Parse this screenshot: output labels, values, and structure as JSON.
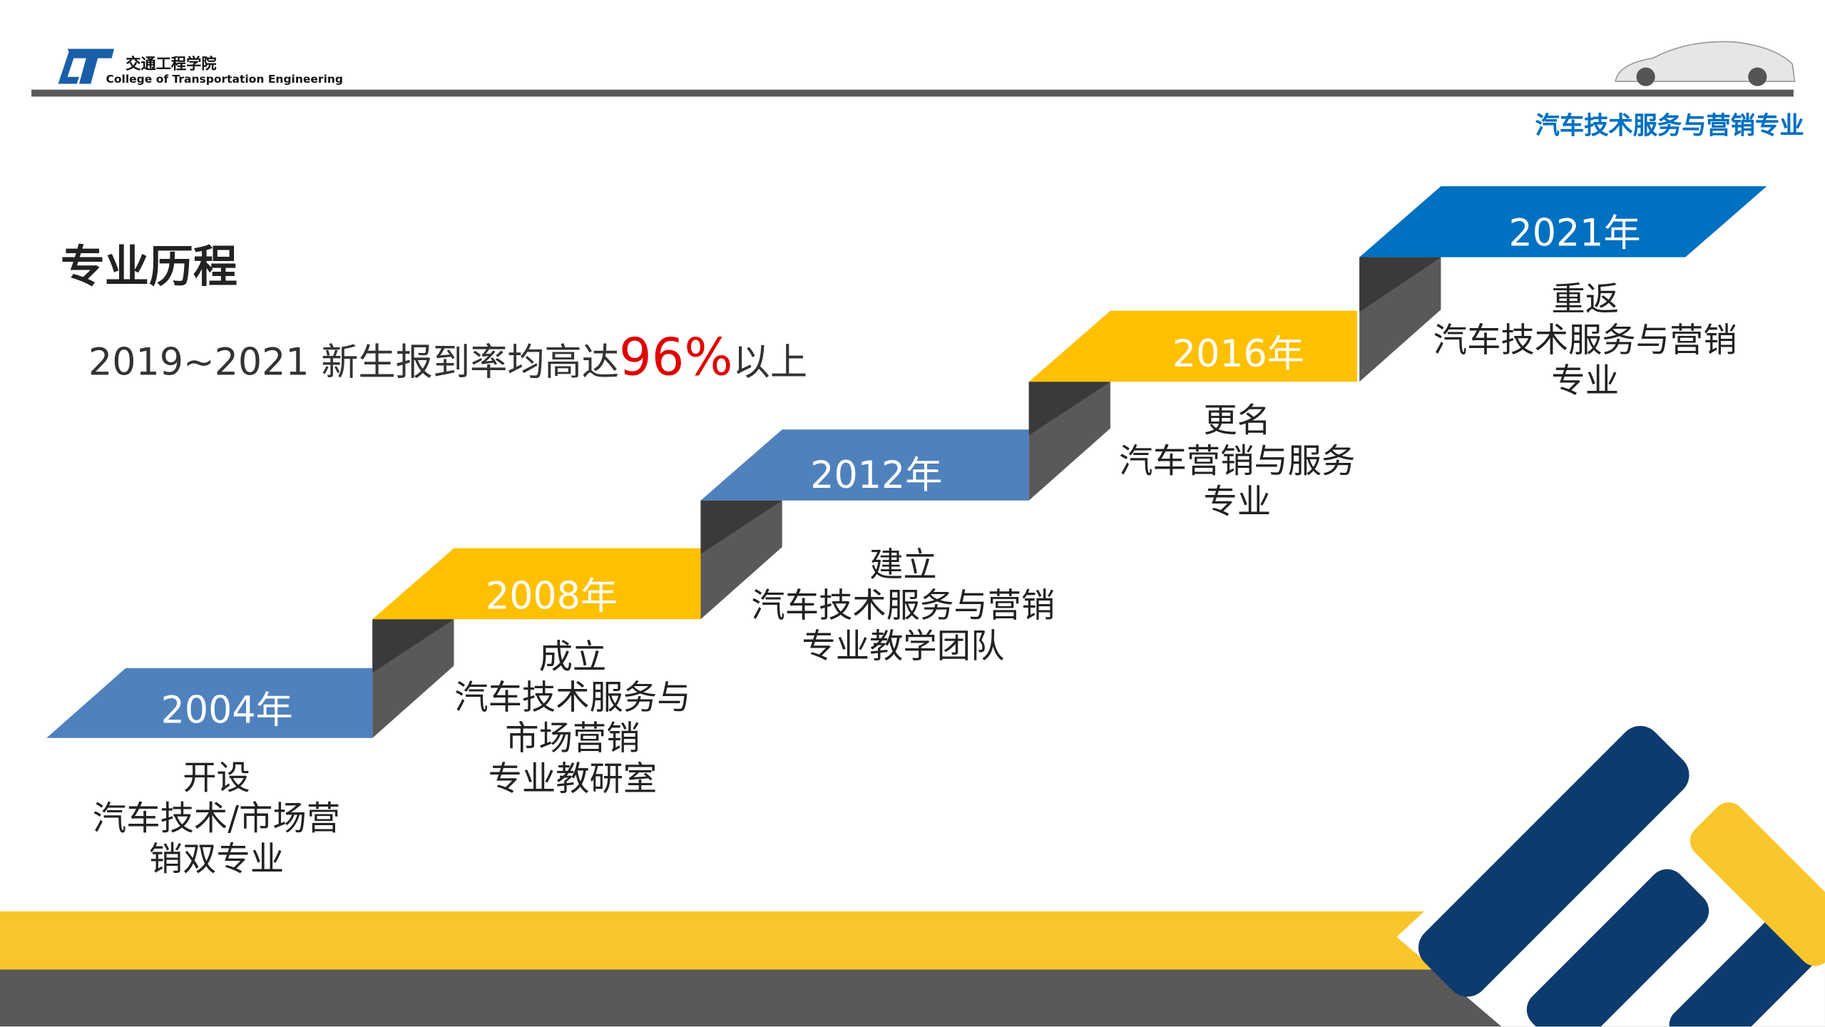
{
  "header": {
    "logo_mark": "CT",
    "school_cn": "交通工程学院",
    "school_en": "College of Transportation Engineering",
    "program": "汽车技术服务与营销专业"
  },
  "title": "专业历程",
  "stat": {
    "prefix": "2019~2021  新生报到率均高达",
    "value": "96%",
    "suffix": "以上"
  },
  "milestones": [
    {
      "year": "2004年",
      "lines": [
        "开设",
        "汽车技术/市场营",
        "销双专业"
      ]
    },
    {
      "year": "2008年",
      "lines": [
        "成立",
        "汽车技术服务与",
        "市场营销",
        "专业教研室"
      ]
    },
    {
      "year": "2012年",
      "lines": [
        "建立",
        "汽车技术服务与营销",
        "专业教学团队"
      ]
    },
    {
      "year": "2016年",
      "lines": [
        "更名",
        "汽车营销与服务",
        "专业"
      ]
    },
    {
      "year": "2021年",
      "lines": [
        "重返",
        "汽车技术服务与营销",
        "专业"
      ]
    }
  ],
  "colors": {
    "blue": "#4f81bd",
    "blue_dark": "#0070c0",
    "yellow": "#ffc000",
    "gray": "#595959",
    "navy": "#0d3b6e"
  }
}
